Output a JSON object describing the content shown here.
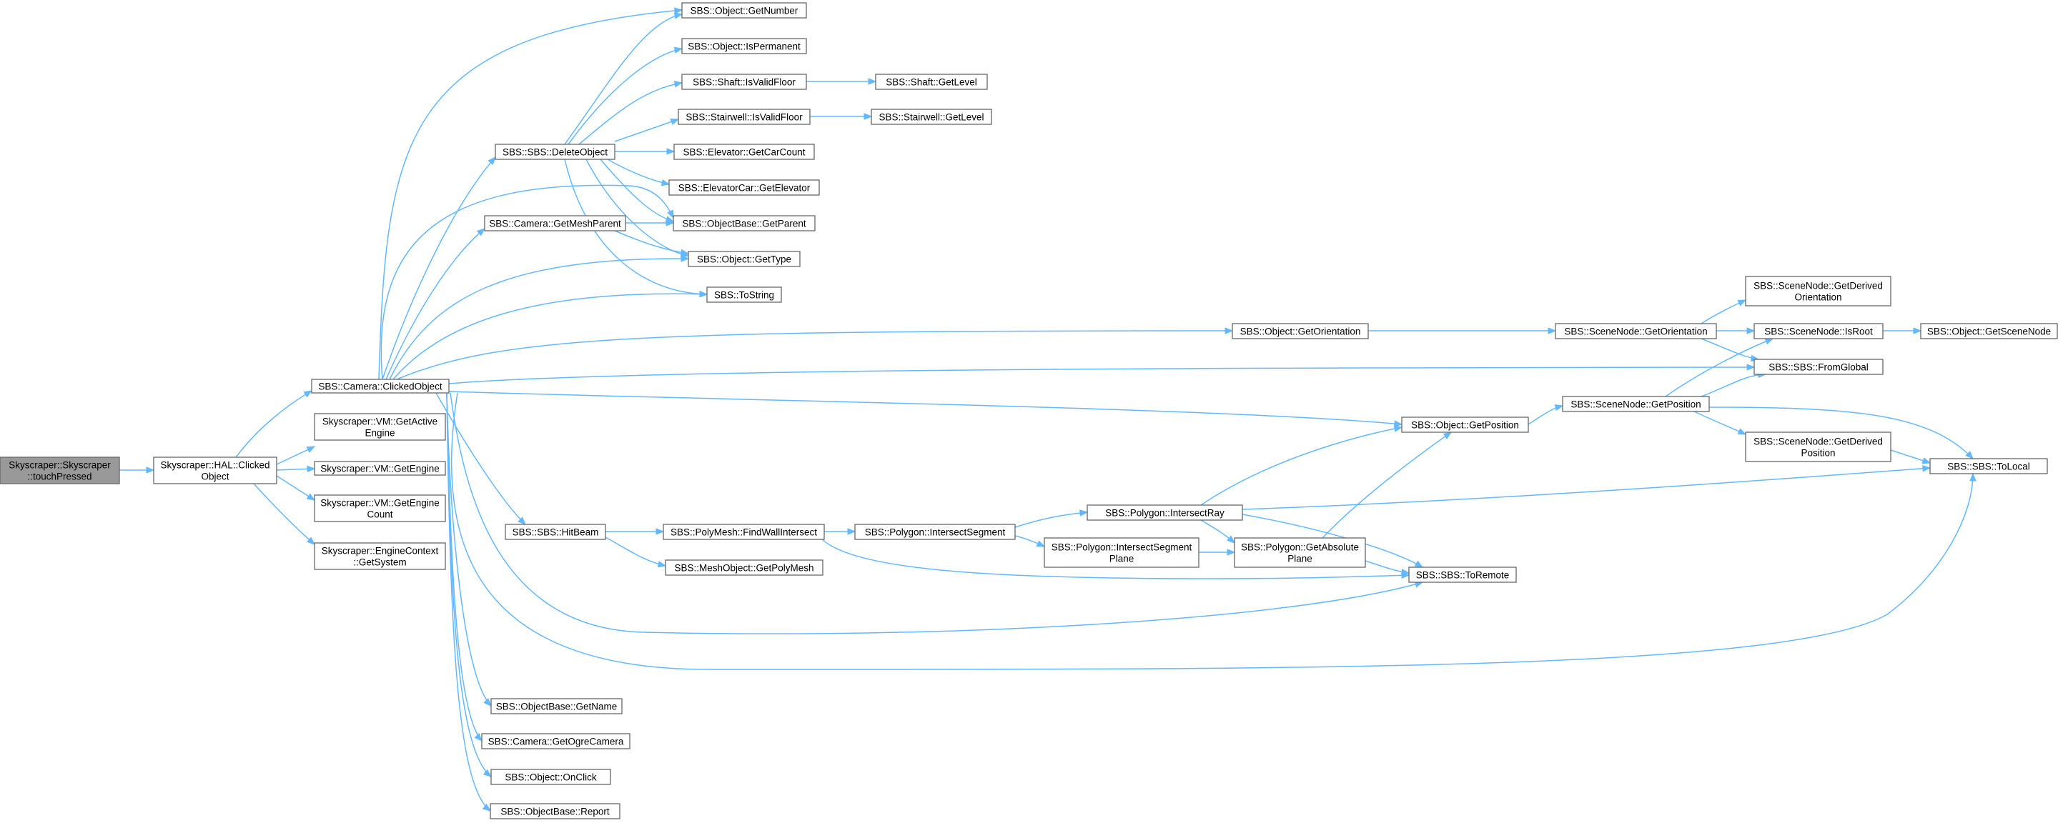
{
  "nodes": [
    {
      "id": "touchPressed",
      "lines": [
        "Skyscraper::Skyscraper",
        "::touchPressed"
      ],
      "root": true
    },
    {
      "id": "HALClicked",
      "lines": [
        "Skyscraper::HAL::Clicked",
        "Object"
      ]
    },
    {
      "id": "CamClicked",
      "lines": [
        "SBS::Camera::ClickedObject"
      ]
    },
    {
      "id": "VMActive",
      "lines": [
        "Skyscraper::VM::GetActive",
        "Engine"
      ]
    },
    {
      "id": "VMEngine",
      "lines": [
        "Skyscraper::VM::GetEngine"
      ]
    },
    {
      "id": "VMCount",
      "lines": [
        "Skyscraper::VM::GetEngine",
        "Count"
      ]
    },
    {
      "id": "EngCtx",
      "lines": [
        "Skyscraper::EngineContext",
        "::GetSystem"
      ]
    },
    {
      "id": "GetNumber",
      "lines": [
        "SBS::Object::GetNumber"
      ]
    },
    {
      "id": "IsPermanent",
      "lines": [
        "SBS::Object::IsPermanent"
      ]
    },
    {
      "id": "ShaftValid",
      "lines": [
        "SBS::Shaft::IsValidFloor"
      ]
    },
    {
      "id": "ShaftLevel",
      "lines": [
        "SBS::Shaft::GetLevel"
      ]
    },
    {
      "id": "StairValid",
      "lines": [
        "SBS::Stairwell::IsValidFloor"
      ]
    },
    {
      "id": "StairLevel",
      "lines": [
        "SBS::Stairwell::GetLevel"
      ]
    },
    {
      "id": "DeleteObject",
      "lines": [
        "SBS::SBS::DeleteObject"
      ]
    },
    {
      "id": "CarCount",
      "lines": [
        "SBS::Elevator::GetCarCount"
      ]
    },
    {
      "id": "GetElevator",
      "lines": [
        "SBS::ElevatorCar::GetElevator"
      ]
    },
    {
      "id": "MeshParent",
      "lines": [
        "SBS::Camera::GetMeshParent"
      ]
    },
    {
      "id": "GetParent",
      "lines": [
        "SBS::ObjectBase::GetParent"
      ]
    },
    {
      "id": "GetType",
      "lines": [
        "SBS::Object::GetType"
      ]
    },
    {
      "id": "ToString",
      "lines": [
        "SBS::ToString"
      ]
    },
    {
      "id": "ObjOrient",
      "lines": [
        "SBS::Object::GetOrientation"
      ]
    },
    {
      "id": "SNOrient",
      "lines": [
        "SBS::SceneNode::GetOrientation"
      ]
    },
    {
      "id": "SNDerivedOrient",
      "lines": [
        "SBS::SceneNode::GetDerived",
        "Orientation"
      ]
    },
    {
      "id": "IsRoot",
      "lines": [
        "SBS::SceneNode::IsRoot"
      ]
    },
    {
      "id": "GetSceneNode",
      "lines": [
        "SBS::Object::GetSceneNode"
      ]
    },
    {
      "id": "FromGlobal",
      "lines": [
        "SBS::SBS::FromGlobal"
      ]
    },
    {
      "id": "ObjPos",
      "lines": [
        "SBS::Object::GetPosition"
      ]
    },
    {
      "id": "SNPos",
      "lines": [
        "SBS::SceneNode::GetPosition"
      ]
    },
    {
      "id": "SNDerivedPos",
      "lines": [
        "SBS::SceneNode::GetDerived",
        "Position"
      ]
    },
    {
      "id": "ToLocal",
      "lines": [
        "SBS::SBS::ToLocal"
      ]
    },
    {
      "id": "HitBeam",
      "lines": [
        "SBS::SBS::HitBeam"
      ]
    },
    {
      "id": "FindWall",
      "lines": [
        "SBS::PolyMesh::FindWallIntersect"
      ]
    },
    {
      "id": "GetPolyMesh",
      "lines": [
        "SBS::MeshObject::GetPolyMesh"
      ]
    },
    {
      "id": "IntersectSeg",
      "lines": [
        "SBS::Polygon::IntersectSegment"
      ]
    },
    {
      "id": "IntersectRay",
      "lines": [
        "SBS::Polygon::IntersectRay"
      ]
    },
    {
      "id": "IntersectSegPlane",
      "lines": [
        "SBS::Polygon::IntersectSegment",
        "Plane"
      ]
    },
    {
      "id": "AbsPlane",
      "lines": [
        "SBS::Polygon::GetAbsolute",
        "Plane"
      ]
    },
    {
      "id": "ToRemote",
      "lines": [
        "SBS::SBS::ToRemote"
      ]
    },
    {
      "id": "GetName",
      "lines": [
        "SBS::ObjectBase::GetName"
      ]
    },
    {
      "id": "OgreCam",
      "lines": [
        "SBS::Camera::GetOgreCamera"
      ]
    },
    {
      "id": "OnClick",
      "lines": [
        "SBS::Object::OnClick"
      ]
    },
    {
      "id": "Report",
      "lines": [
        "SBS::ObjectBase::Report"
      ]
    }
  ],
  "edges": [
    [
      "touchPressed",
      "HALClicked"
    ],
    [
      "HALClicked",
      "CamClicked"
    ],
    [
      "HALClicked",
      "VMActive"
    ],
    [
      "HALClicked",
      "VMEngine"
    ],
    [
      "HALClicked",
      "VMCount"
    ],
    [
      "HALClicked",
      "EngCtx"
    ],
    [
      "CamClicked",
      "DeleteObject"
    ],
    [
      "CamClicked",
      "GetNumber"
    ],
    [
      "CamClicked",
      "MeshParent"
    ],
    [
      "CamClicked",
      "GetParent"
    ],
    [
      "CamClicked",
      "GetType"
    ],
    [
      "CamClicked",
      "ToString"
    ],
    [
      "CamClicked",
      "ObjOrient"
    ],
    [
      "CamClicked",
      "FromGlobal"
    ],
    [
      "CamClicked",
      "ObjPos"
    ],
    [
      "CamClicked",
      "HitBeam"
    ],
    [
      "CamClicked",
      "ToRemote"
    ],
    [
      "CamClicked",
      "ToLocal"
    ],
    [
      "CamClicked",
      "GetName"
    ],
    [
      "CamClicked",
      "OgreCam"
    ],
    [
      "CamClicked",
      "OnClick"
    ],
    [
      "CamClicked",
      "Report"
    ],
    [
      "DeleteObject",
      "GetNumber"
    ],
    [
      "DeleteObject",
      "IsPermanent"
    ],
    [
      "DeleteObject",
      "ShaftValid"
    ],
    [
      "DeleteObject",
      "StairValid"
    ],
    [
      "DeleteObject",
      "CarCount"
    ],
    [
      "DeleteObject",
      "GetElevator"
    ],
    [
      "DeleteObject",
      "GetParent"
    ],
    [
      "DeleteObject",
      "GetType"
    ],
    [
      "DeleteObject",
      "ToString"
    ],
    [
      "ShaftValid",
      "ShaftLevel"
    ],
    [
      "StairValid",
      "StairLevel"
    ],
    [
      "MeshParent",
      "GetParent"
    ],
    [
      "MeshParent",
      "GetType"
    ],
    [
      "ObjOrient",
      "SNOrient"
    ],
    [
      "SNOrient",
      "SNDerivedOrient"
    ],
    [
      "SNOrient",
      "IsRoot"
    ],
    [
      "SNOrient",
      "FromGlobal"
    ],
    [
      "IsRoot",
      "GetSceneNode"
    ],
    [
      "ObjPos",
      "SNPos"
    ],
    [
      "SNPos",
      "IsRoot"
    ],
    [
      "SNPos",
      "FromGlobal"
    ],
    [
      "SNPos",
      "SNDerivedPos"
    ],
    [
      "SNPos",
      "ToLocal"
    ],
    [
      "SNDerivedPos",
      "ToLocal"
    ],
    [
      "HitBeam",
      "FindWall"
    ],
    [
      "HitBeam",
      "GetPolyMesh"
    ],
    [
      "FindWall",
      "IntersectSeg"
    ],
    [
      "FindWall",
      "ToRemote"
    ],
    [
      "IntersectSeg",
      "IntersectRay"
    ],
    [
      "IntersectSeg",
      "IntersectSegPlane"
    ],
    [
      "IntersectRay",
      "ObjPos"
    ],
    [
      "IntersectRay",
      "AbsPlane"
    ],
    [
      "IntersectRay",
      "ToRemote"
    ],
    [
      "IntersectRay",
      "ToLocal"
    ],
    [
      "IntersectSegPlane",
      "AbsPlane"
    ],
    [
      "AbsPlane",
      "ObjPos"
    ],
    [
      "AbsPlane",
      "ToRemote"
    ]
  ],
  "colors": {
    "edge": "#63b8ff",
    "root_fill": "#999999",
    "node_border": "#666666"
  }
}
